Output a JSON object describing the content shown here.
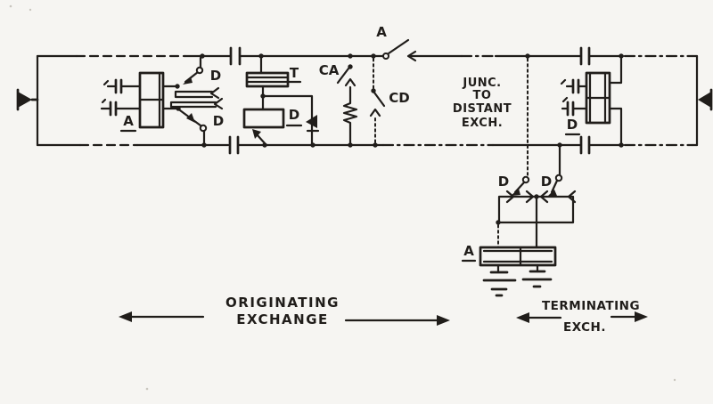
{
  "colors": {
    "ink": "#201d1a",
    "paper": "#f6f5f2"
  },
  "labels": {
    "subscriber_relay": "A",
    "d_contact_top": "D",
    "d_contact_bottom": "D",
    "transformer": "T",
    "bridge_relay": "D",
    "ca_contact": "CA",
    "cd_contact": "CD",
    "a_contact": "A",
    "term_relay": "D",
    "term_d_left": "D",
    "term_d_right": "D",
    "term_a_relay": "A"
  },
  "junction_note": {
    "line1": "JUNC.",
    "line2": "TO",
    "line3": "DISTANT",
    "line4": "EXCH."
  },
  "originating_label": {
    "line1": "ORIGINATING",
    "line2": "EXCHANGE"
  },
  "terminating_label": {
    "line1": "TERMINATING",
    "line2": "EXCH."
  }
}
